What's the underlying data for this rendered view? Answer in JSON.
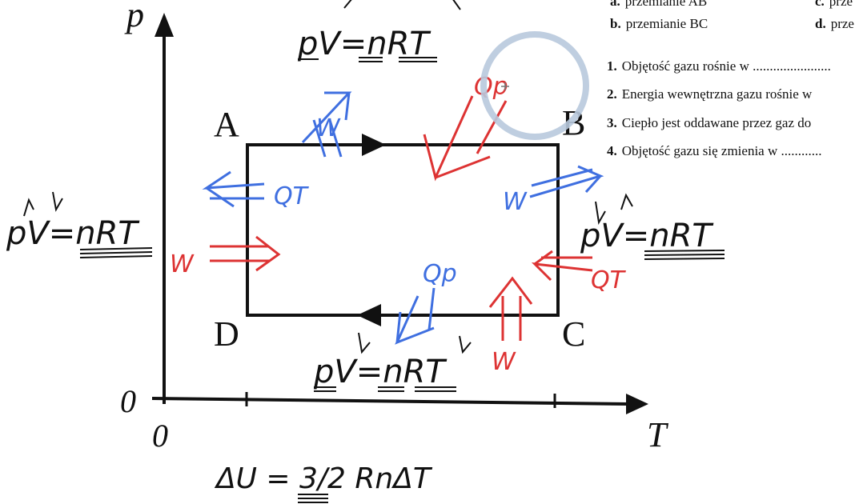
{
  "axes": {
    "y_label": "p",
    "x_label": "T",
    "origin_y": "0",
    "origin_x": "0"
  },
  "points": {
    "A": "A",
    "B": "B",
    "C": "C",
    "D": "D"
  },
  "options": [
    {
      "letter": "a.",
      "text": "przemianie AB"
    },
    {
      "letter": "c.",
      "text": "prze"
    },
    {
      "letter": "b.",
      "text": "przemianie BC"
    },
    {
      "letter": "d.",
      "text": "prze"
    }
  ],
  "questions": [
    {
      "num": "1.",
      "text": "Objętość gazu rośnie w ......................."
    },
    {
      "num": "2.",
      "text": "Energia wewnętrzna gazu rośnie w"
    },
    {
      "num": "3.",
      "text": "Ciepło jest oddawane przez gaz do"
    },
    {
      "num": "4.",
      "text": "Objętość gazu się zmienia w  ............"
    }
  ],
  "annotations": {
    "eq_top": "pV=nRT",
    "eq_left": "pV=nRT",
    "eq_right": "pV=nRT",
    "eq_bottom": "pV=nRT",
    "eq_energy": "ΔU = 3/2 RnΔT",
    "w_top": "W",
    "q_top": "Qp",
    "w_right": "W",
    "q_left": "QT",
    "w_left": "W",
    "q_bottom": "Qp",
    "q_right": "QT",
    "w_bottom": "W"
  },
  "colors": {
    "red": "#dd3333",
    "blue": "#3f6fe0",
    "ink": "#111111",
    "cursor": "#b8c9dd"
  }
}
